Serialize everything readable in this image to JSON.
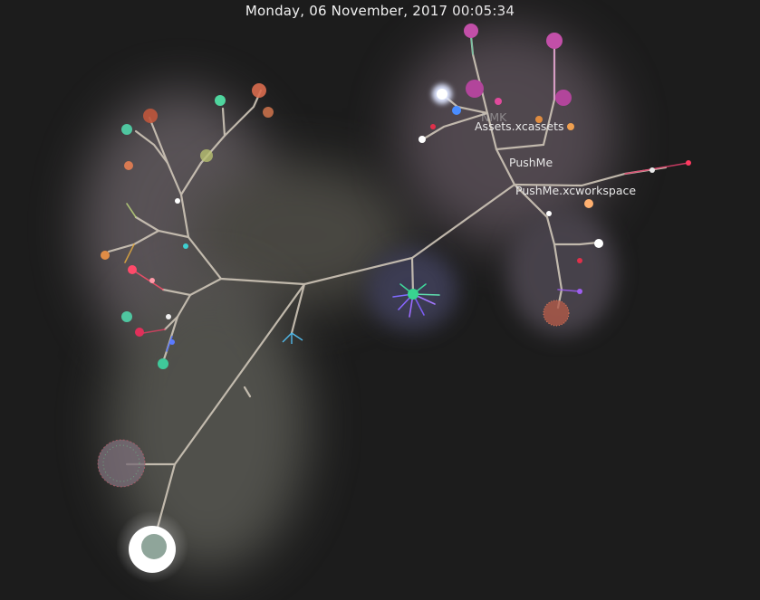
{
  "header": {
    "date_text": "Monday, 06 November, 2017 00:05:34"
  },
  "labels": {
    "faded": "NMK",
    "assets": "Assets.xcassets",
    "root": "PushMe",
    "workspace": "PushMe.xcworkspace"
  },
  "colors": {
    "background": "#1c1c1c",
    "branch": "#cfc6b8",
    "text": "#e8e8e8"
  }
}
